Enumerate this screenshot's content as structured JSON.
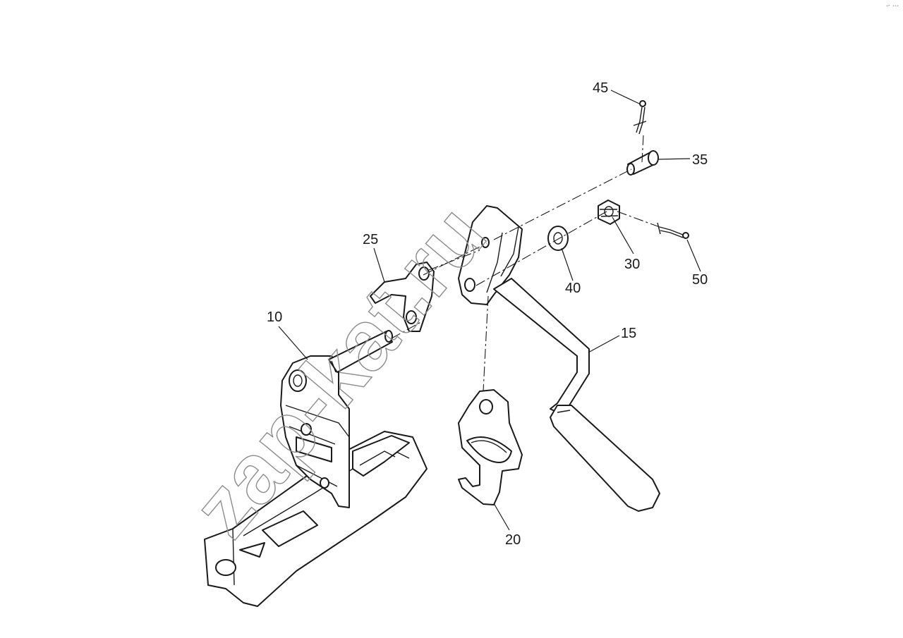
{
  "diagram": {
    "watermark": "zap-kat.ru",
    "corner_mark": "ᵉᴾ ᵉᵉᵉ",
    "callouts": [
      {
        "id": "10",
        "label": "10"
      },
      {
        "id": "15",
        "label": "15"
      },
      {
        "id": "20",
        "label": "20"
      },
      {
        "id": "25",
        "label": "25"
      },
      {
        "id": "30",
        "label": "30"
      },
      {
        "id": "35",
        "label": "35"
      },
      {
        "id": "40",
        "label": "40"
      },
      {
        "id": "45",
        "label": "45"
      },
      {
        "id": "50",
        "label": "50"
      }
    ]
  }
}
